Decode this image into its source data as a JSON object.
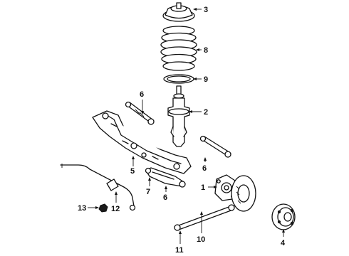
{
  "callouts": {
    "top_mount": "3",
    "coil_spring": "8",
    "spring_insulator": "9",
    "upper_arm": "6",
    "strut": "2",
    "crossmember": "5",
    "rear_arm": "6",
    "lower_arm_label_7": "7",
    "lower_arm_label_6": "6",
    "knuckle": "1",
    "stabilizer_bar": "12",
    "nut": "13",
    "lateral_link": "10",
    "lateral_link_lower": "11",
    "hub": "4"
  },
  "colors": {
    "line": "#111111",
    "background": "#ffffff"
  }
}
